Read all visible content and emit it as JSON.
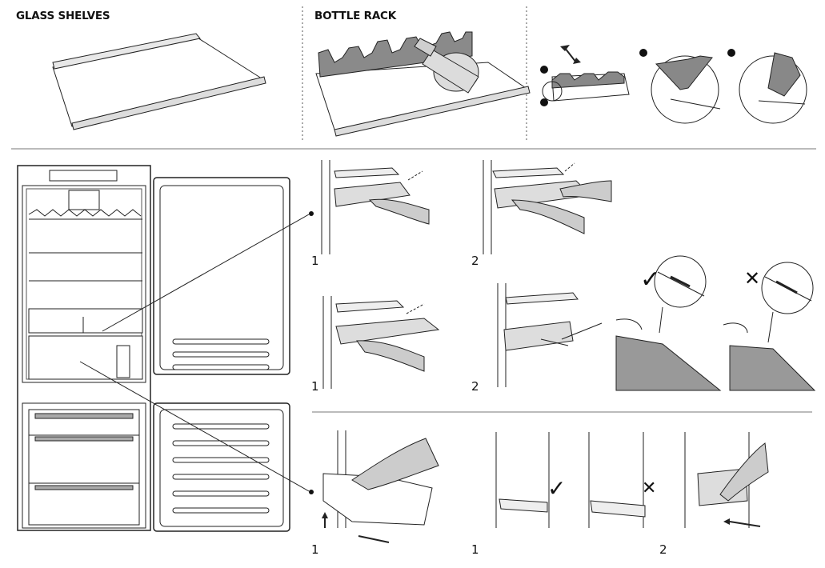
{
  "sections": {
    "glass_shelves_title": "GLASS SHELVES",
    "bottle_rack_title": "BOTTLE RACK"
  },
  "step_markers": {
    "bottle_rack_1": "❶",
    "bottle_rack_2": "❷"
  },
  "step_labels": {
    "remove_shelf_1": "1",
    "remove_shelf_2": "2",
    "insert_shelf_1": "1",
    "insert_shelf_2": "2",
    "remove_drawer_1": "1",
    "insert_drawer_1": "1",
    "insert_drawer_2": "2"
  },
  "marks": {
    "correct": "✓",
    "incorrect": "✕"
  }
}
